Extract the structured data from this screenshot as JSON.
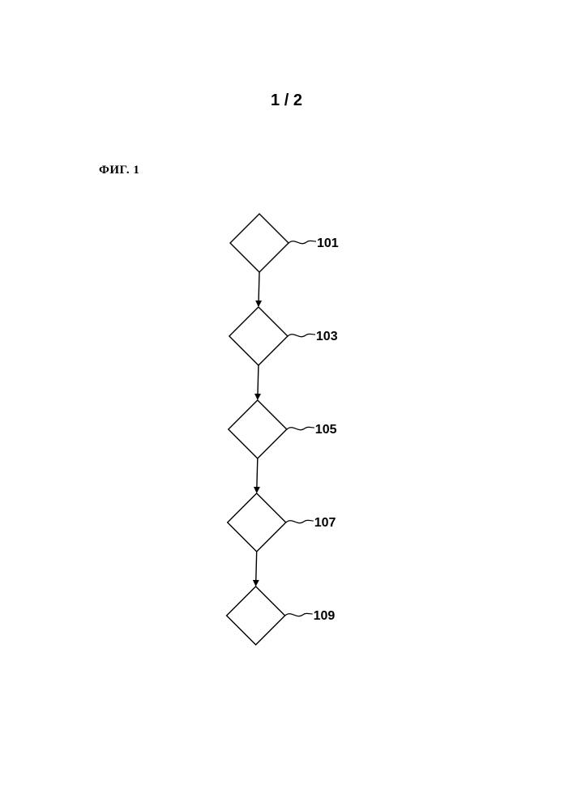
{
  "page_number": "1 / 2",
  "figure_label": "ФИГ. 1",
  "nodes": [
    {
      "id": "101",
      "label": "101"
    },
    {
      "id": "103",
      "label": "103"
    },
    {
      "id": "105",
      "label": "105"
    },
    {
      "id": "107",
      "label": "107"
    },
    {
      "id": "109",
      "label": "109"
    }
  ],
  "edges": [
    {
      "from": "101",
      "to": "103"
    },
    {
      "from": "103",
      "to": "105"
    },
    {
      "from": "105",
      "to": "107"
    },
    {
      "from": "107",
      "to": "109"
    }
  ]
}
